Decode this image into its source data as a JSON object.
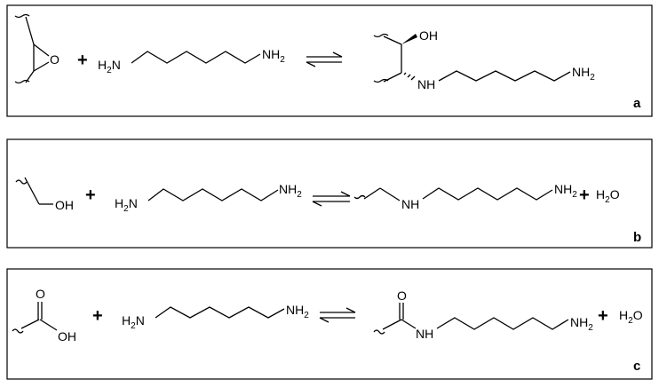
{
  "panels": [
    {
      "label": "a",
      "reactant1": {
        "o": "O"
      },
      "reactant2": {
        "left": "H",
        "left_sub": "2",
        "left_after": "N",
        "right": "NH",
        "right_sub": "2"
      },
      "product": {
        "oh": "OH",
        "nh": "NH",
        "nh2": "NH",
        "nh2_sub": "2"
      }
    },
    {
      "label": "b",
      "reactant1": {
        "oh": "OH"
      },
      "reactant2": {
        "left": "H",
        "left_sub": "2",
        "left_after": "N",
        "right": "NH",
        "right_sub": "2"
      },
      "product": {
        "nh": "NH",
        "nh2": "NH",
        "nh2_sub": "2"
      },
      "byproduct": {
        "h": "H",
        "sub": "2",
        "o": "O"
      }
    },
    {
      "label": "c",
      "reactant1": {
        "o": "O",
        "oh": "OH"
      },
      "reactant2": {
        "left": "H",
        "left_sub": "2",
        "left_after": "N",
        "right": "NH",
        "right_sub": "2"
      },
      "product": {
        "o": "O",
        "nh": "NH",
        "nh2": "NH",
        "nh2_sub": "2"
      },
      "byproduct": {
        "h": "H",
        "sub": "2",
        "o": "O"
      }
    }
  ],
  "plus_sign": "+"
}
